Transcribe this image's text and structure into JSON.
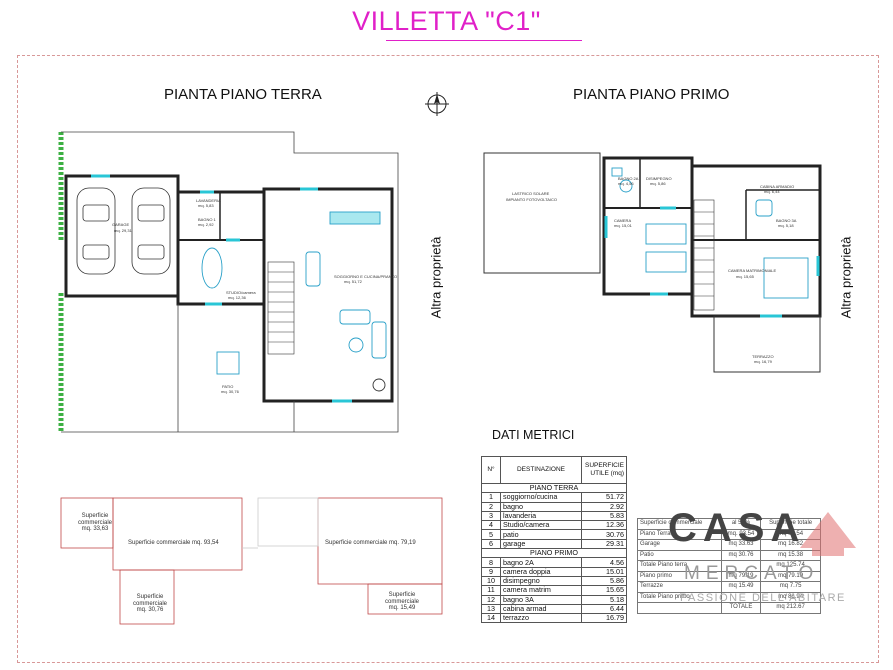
{
  "title": "VILLETTA \"C1\"",
  "plans": {
    "ground_title": "PIANTA PIANO TERRA",
    "first_title": "PIANTA PIANO PRIMO",
    "side_label_left": "Altra proprietà",
    "side_label_right": "Altra proprietà"
  },
  "ground_rooms": {
    "garage": "GARAGE",
    "garage_area": "mq. 29,31",
    "lavanderia": "LAVANDERIA",
    "lavanderia_area": "mq. 5,83",
    "bagno": "BAGNO 1",
    "bagno_area": "mq. 2,92",
    "studio": "STUDIO/camera",
    "studio_area": "mq. 12,36",
    "soggiorno": "SOGGIORNO E CUCINA/PRANZO",
    "soggiorno_area": "mq. 51,72",
    "patio": "PATIO",
    "patio_area": "mq. 30,76"
  },
  "first_rooms": {
    "lastrico": "LASTRICO SOLARE",
    "lastrico_sub": "IMPIANTO FOTOVOLTAICO",
    "bagno2a": "BAGNO 2A",
    "bagno2a_area": "mq. 4,56",
    "disimpegno": "DISIMPEGNO",
    "disimpegno_area": "mq. 5,86",
    "cabina": "CABINA ARMADIO",
    "cabina_area": "mq. 6,44",
    "camera": "CAMERA",
    "camera_area": "mq. 15,01",
    "bagno3a": "BAGNO 3A",
    "bagno3a_area": "mq. 5,18",
    "matrimoniale": "CAMERA MATRIMONIALE",
    "matrimoniale_area": "mq. 15,65",
    "terrazzo": "TERRAZZO",
    "terrazzo_area": "mq. 16,79"
  },
  "outline_labels": {
    "g_small": "Superficie commerciale mq. 33,63",
    "g_main": "Superficie commerciale mq. 93,54",
    "g_patio": "Superficie commerciale mq. 30,76",
    "f_main": "Superficie commerciale mq. 79,19",
    "f_terr": "Superficie commerciale mq. 15,49"
  },
  "dati": {
    "title": "DATI METRICI",
    "headers": [
      "N°",
      "DESTINAZIONE",
      "SUPERFICIE UTILE (mq)"
    ],
    "section_terra": "PIANO TERRA",
    "section_primo": "PIANO PRIMO",
    "rows_terra": [
      {
        "n": "1",
        "name": "soggiorno/cucina",
        "value": "51.72"
      },
      {
        "n": "2",
        "name": "bagno",
        "value": "2.92"
      },
      {
        "n": "3",
        "name": "lavanderia",
        "value": "5.83"
      },
      {
        "n": "4",
        "name": "Studio/camera",
        "value": "12.36"
      },
      {
        "n": "5",
        "name": "patio",
        "value": "30.76"
      },
      {
        "n": "6",
        "name": "garage",
        "value": "29.31"
      }
    ],
    "rows_primo": [
      {
        "n": "8",
        "name": "bagno 2A",
        "value": "4.56"
      },
      {
        "n": "9",
        "name": "camera doppia",
        "value": "15.01"
      },
      {
        "n": "10",
        "name": "disimpegno",
        "value": "5.86"
      },
      {
        "n": "11",
        "name": "camera matrim",
        "value": "15.65"
      },
      {
        "n": "12",
        "name": "bagno 3A",
        "value": "5.18"
      },
      {
        "n": "13",
        "name": "cabina armad",
        "value": "6.44"
      },
      {
        "n": "14",
        "name": "terrazzo",
        "value": "16.79"
      }
    ]
  },
  "commerciale": {
    "headers": [
      "Superficie commerciale",
      "al 50%",
      "Superficie totale"
    ],
    "rows": [
      [
        "Piano Terra",
        "mq. 93.54",
        "mq 93.54"
      ],
      [
        "Garage",
        "mq 33.63",
        "mq 16.82"
      ],
      [
        "Patio",
        "mq 30.76",
        "mq 15.38"
      ],
      [
        "Totale Piano terra",
        "",
        "mq 125.74"
      ],
      [
        "Piano primo",
        "mq 79.19",
        "mq 79.19"
      ],
      [
        "Terrazze",
        "mq 15.49",
        "mq 7.75"
      ],
      [
        "Totale Piano primo",
        "",
        "mq 86.94"
      ],
      [
        "",
        "TOTALE",
        "mq 212.67"
      ]
    ]
  },
  "watermark": {
    "brand": "CASA",
    "sub1": "MERCATO",
    "sub2": "PASSIONE DELL'ABITARE"
  },
  "colors": {
    "title": "#e020c8",
    "outline": "#c04848",
    "window": "#29c6d6",
    "hedge": "#3cb043"
  }
}
